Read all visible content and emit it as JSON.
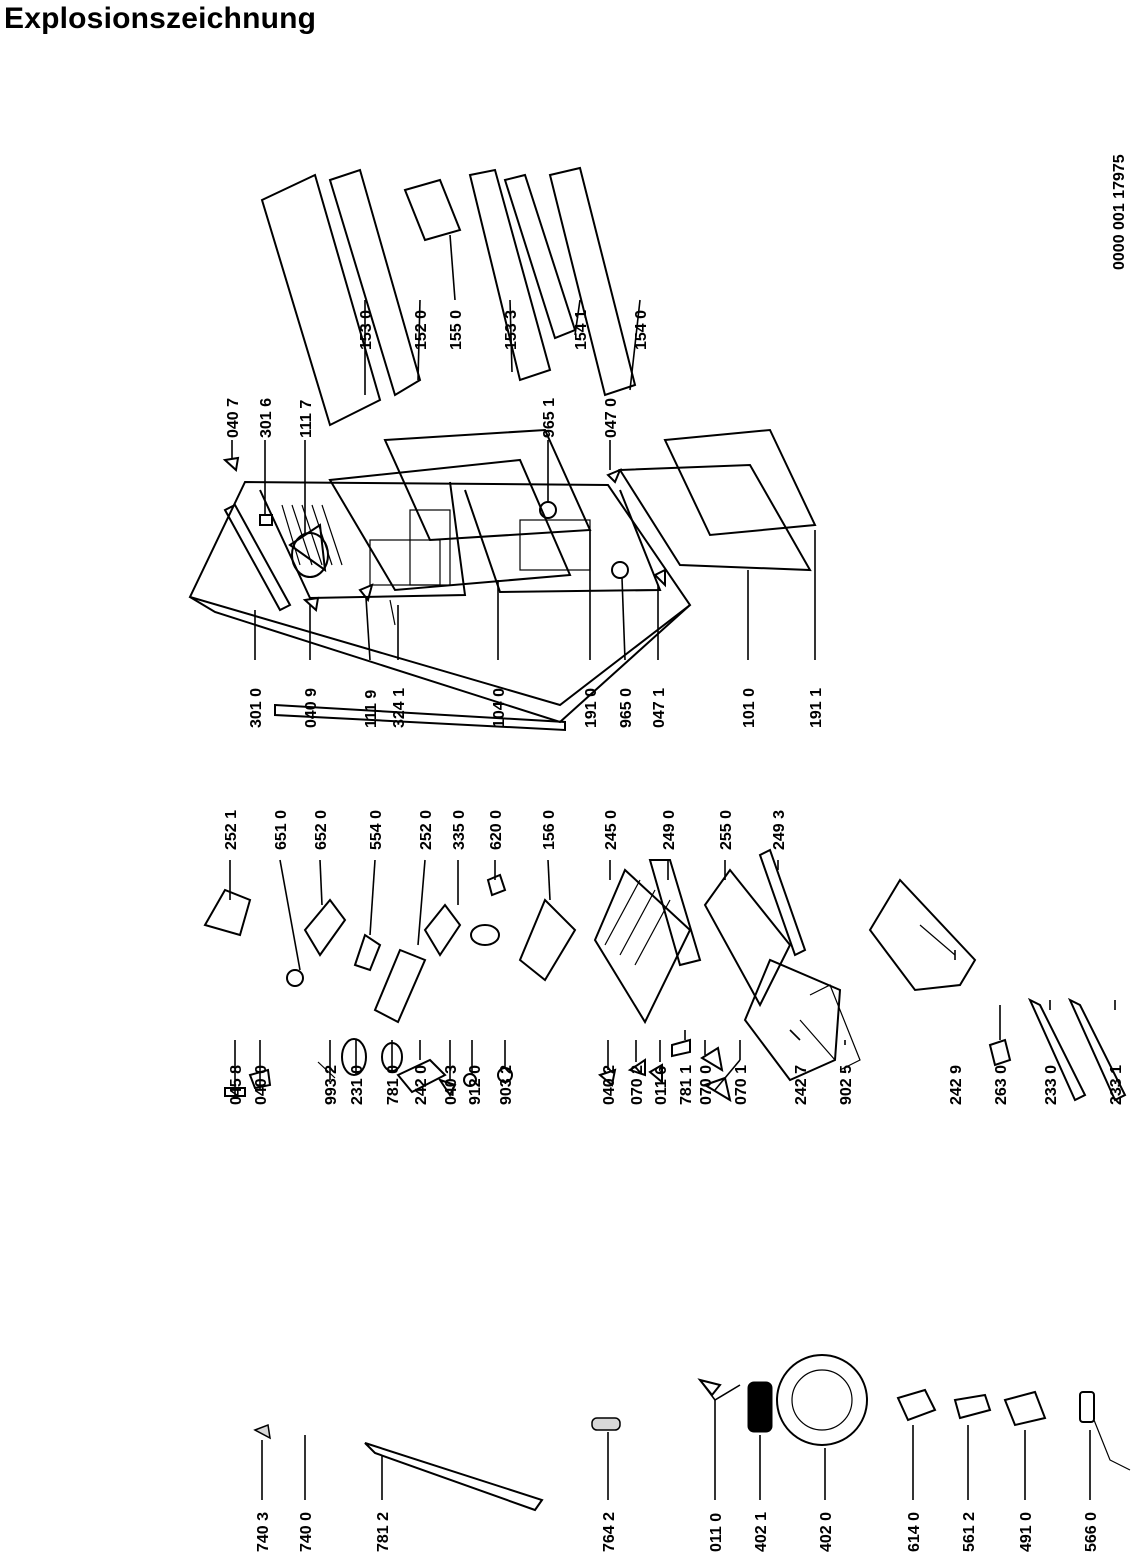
{
  "title": "Explosionszeichnung",
  "document_number": "0000 001 17975",
  "labels": [
    "740 3",
    "740 0",
    "781 2",
    "764 2",
    "011 0",
    "402 1",
    "402 0",
    "614 0",
    "561 2",
    "491 0",
    "566 0",
    "045 8",
    "040 0",
    "993 2",
    "231 0",
    "781 0",
    "242 0",
    "040 3",
    "912 0",
    "903 2",
    "040 2",
    "070 2",
    "011 6",
    "781 1",
    "070 0",
    "070 1",
    "242 7",
    "902 5",
    "242 9",
    "263 0",
    "233 0",
    "233 1",
    "252 1",
    "651 0",
    "652 0",
    "554 0",
    "252 0",
    "335 0",
    "620 0",
    "156 0",
    "245 0",
    "249 0",
    "255 0",
    "249 3",
    "301 0",
    "040 9",
    "111 9",
    "324 1",
    "104 0",
    "191 0",
    "965 0",
    "047 1",
    "101 0",
    "191 1",
    "040 7",
    "301 6",
    "111 7",
    "965 1",
    "047 0",
    "153 0",
    "152 0",
    "155 0",
    "153 3",
    "154 1",
    "154 0"
  ]
}
